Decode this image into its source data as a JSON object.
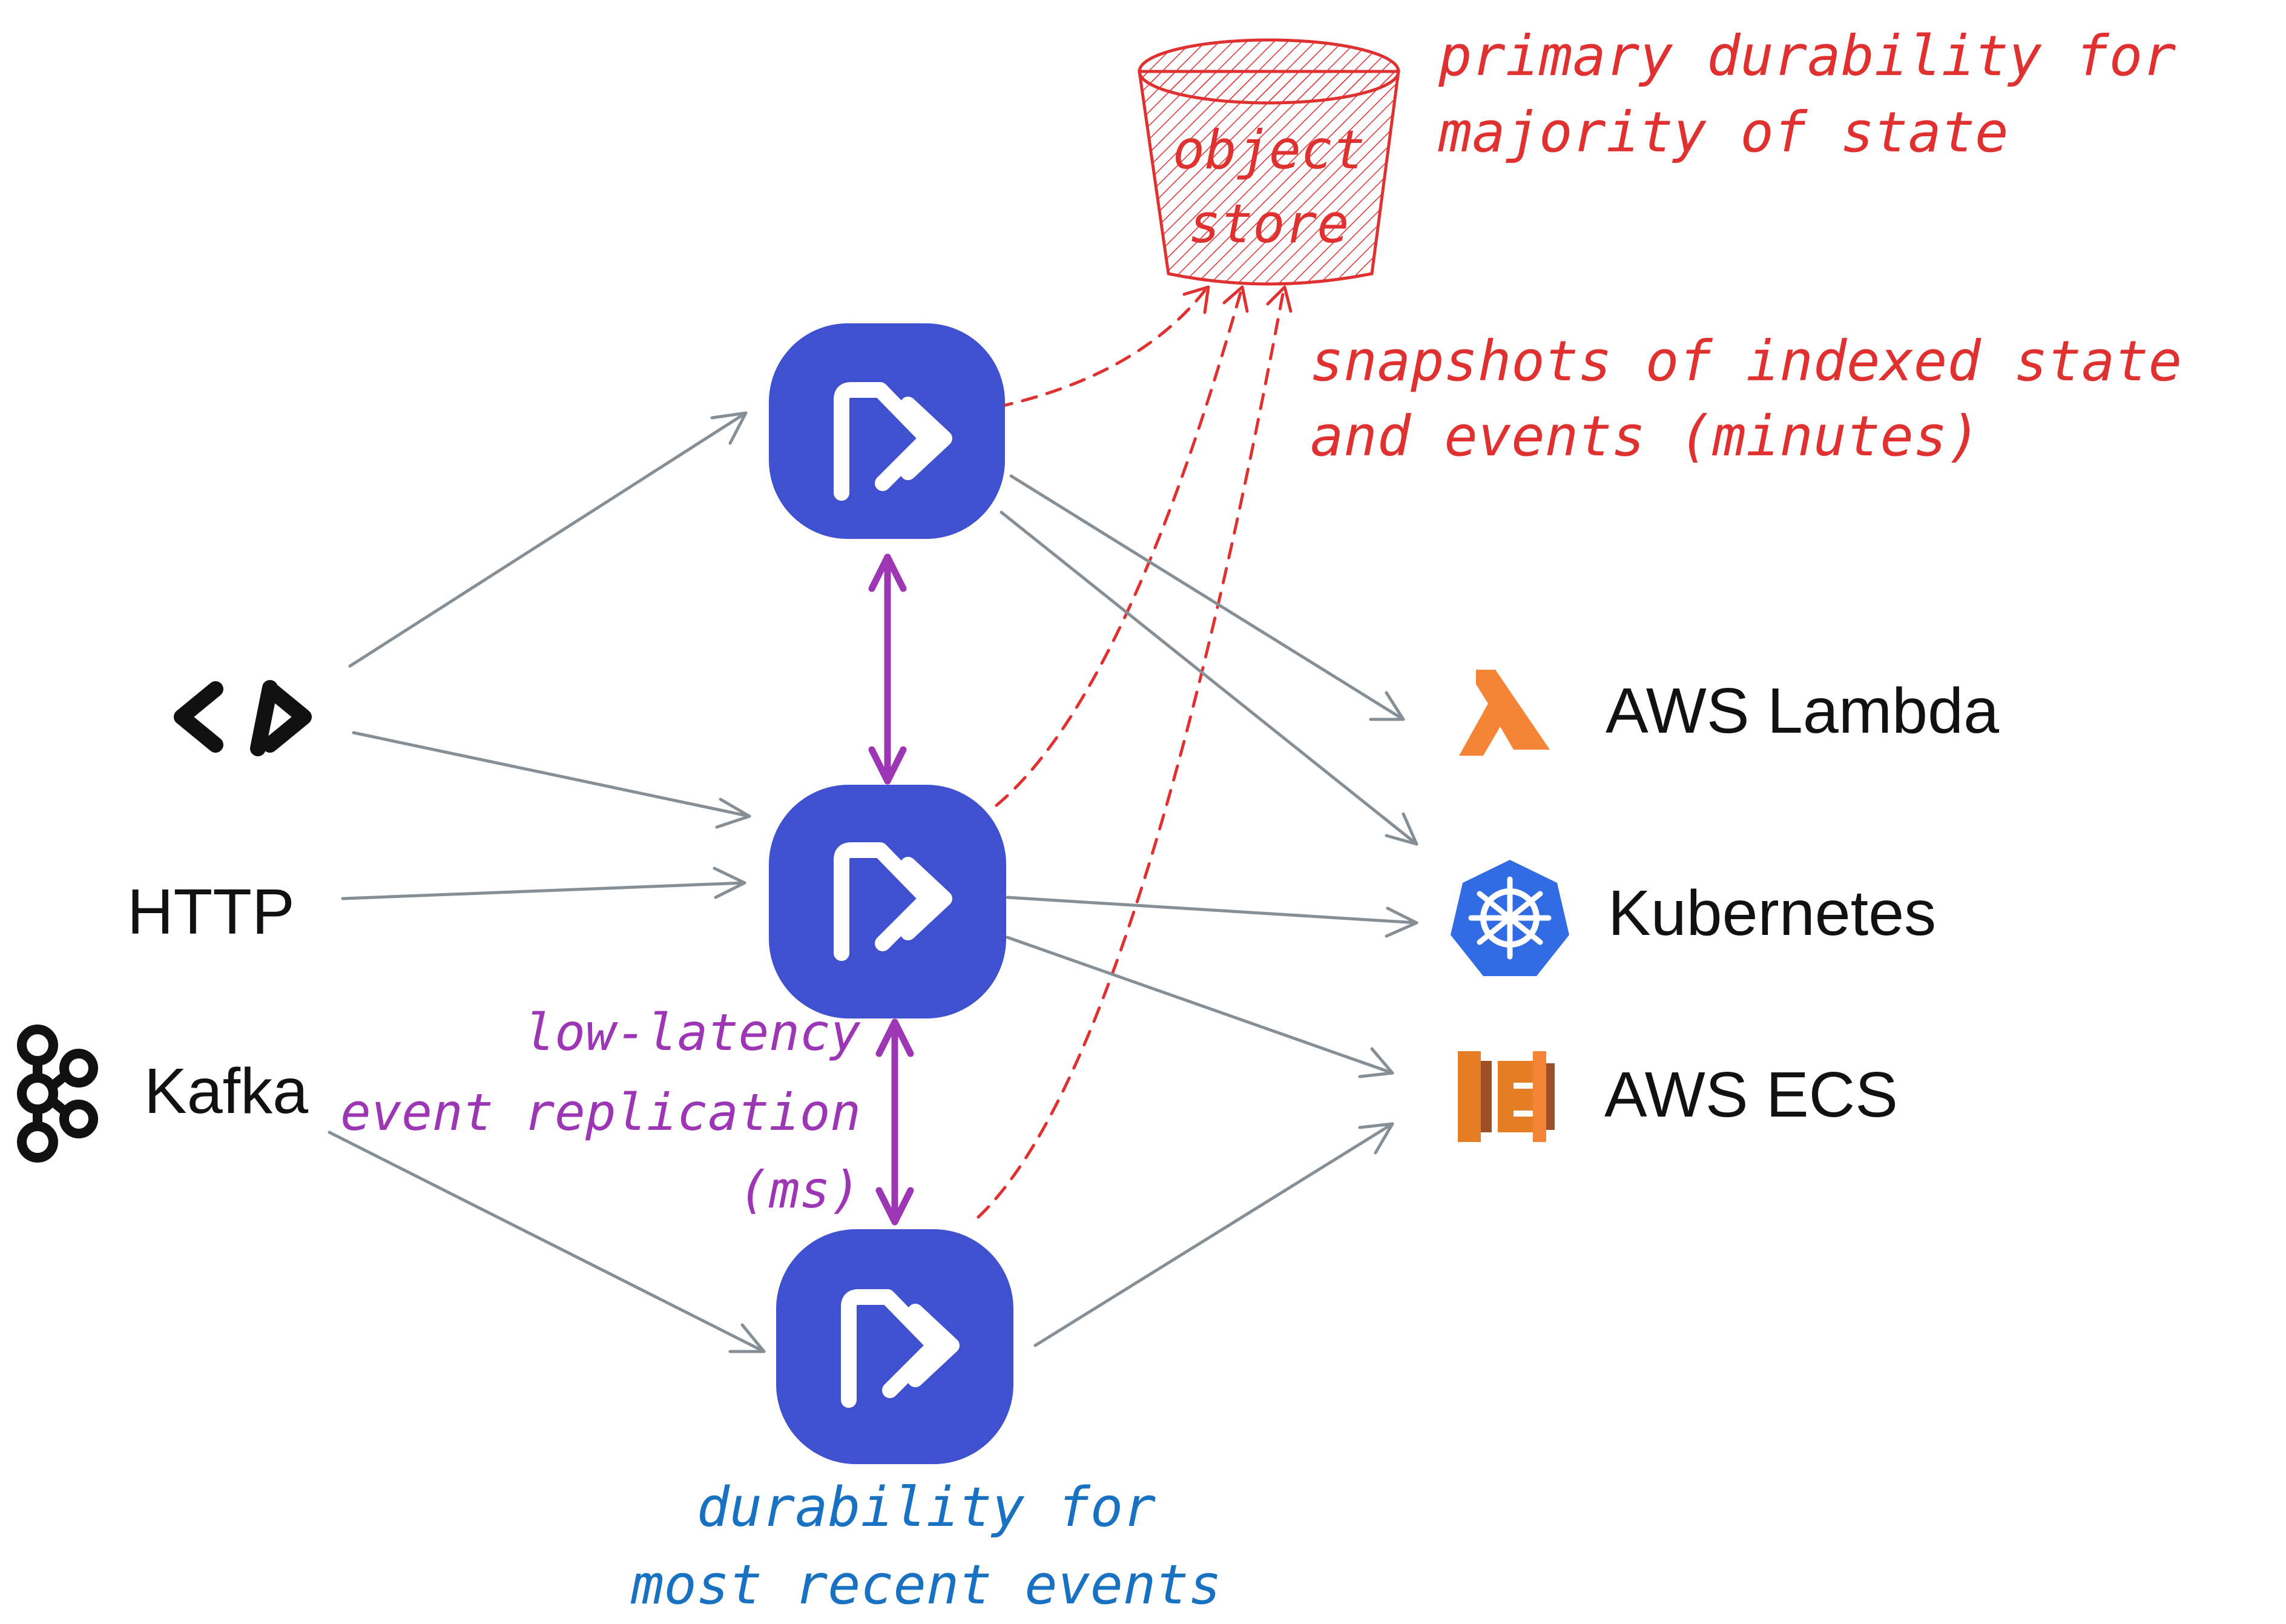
{
  "object_store": {
    "label_line1": "object",
    "label_line2": "store",
    "note_line1": "primary durability for",
    "note_line2": "majority of state"
  },
  "snapshots_note": {
    "line1": "snapshots of indexed state",
    "line2": "and events (minutes)"
  },
  "replication_note": {
    "line1": "low-latency",
    "line2": "event replication",
    "line3": "(ms)"
  },
  "durability_note": {
    "line1": "durability for",
    "line2": "most recent events"
  },
  "sources": {
    "code_icon": "code-icon",
    "http": "HTTP",
    "kafka": "Kafka"
  },
  "targets": {
    "lambda": "AWS Lambda",
    "kubernetes": "Kubernetes",
    "ecs": "AWS ECS"
  },
  "colors": {
    "node_fill": "#4051d0",
    "red": "#e03131",
    "purple": "#9c36b5",
    "blue": "#1971c2",
    "gray": "#868e96",
    "lambda_orange": "#f58536",
    "k8s_blue": "#326ce5",
    "ecs_orange": "#e47d24"
  }
}
